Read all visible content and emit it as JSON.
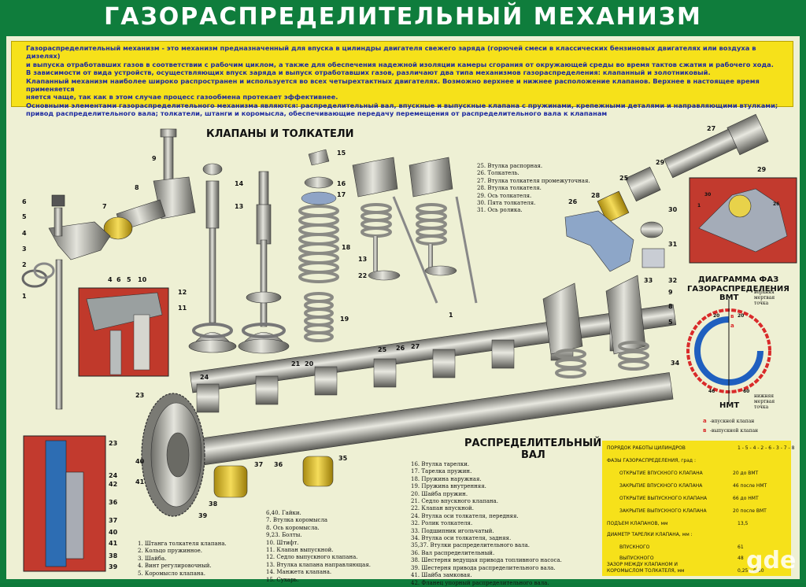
{
  "title": "ГАЗОРАСПРЕДЕЛИТЕЛЬНЫЙ МЕХАНИЗМ",
  "intro": [
    "Газораспределительный механизм - это механизм предназначенный для впуска в цилиндры двигателя свежего заряда (горючей смеси в классических бензиновых двигателях или воздуха в дизелях)",
    "и выпуска отработавших газов в соответствии с рабочим циклом, а также для обеспечения надежной изоляции камеры сгорания от окружающей среды во время тактов сжатия и рабочего хода.",
    "В зависимости от вида устройств, осуществляющих впуск заряда и выпуск отработавших газов, различают два типа механизмов газораспределения: клапанный и золотниковый.",
    "Клапанный механизм наиболее широко распространен и используется во всех четырехтактных двигателях. Возможно  верхнее и нижнее расположение клапанов. Верхнее в настоящее время применяется",
    "няется чаще, так как в этом случае процесс газообмена протекает эффективнее.",
    "Основными элементами газораспределительного механизма являются: распределительный вал, впускные и выпускные клапана с пружинами, крепежными деталями и направляющими втулками;",
    "привод распределительного вала; толкатели, штанги и коромысла, обеспечивающие передачу перемещения от распределительного вала к клапанам"
  ],
  "sections": {
    "valves": "КЛАПАНЫ И ТОЛКАТЕЛИ",
    "camshaft_1": "РАСПРЕДЕЛИТЕЛЬНЫЙ",
    "camshaft_2": "ВАЛ"
  },
  "legend_top": [
    "25. Втулка распорная.",
    "26. Толкатель.",
    "27. Втулка толкателя промежуточная.",
    "28. Втулка толкателя.",
    "29. Ось толкателя.",
    "30. Пята толкателя.",
    "31. Ось ролика."
  ],
  "legend_bottom_left": [
    "1. Штанга толкателя клапана.",
    "2. Кольцо пружинное.",
    "3. Шайба.",
    "4. Винт регулировочный.",
    "5. Коромысло клапана."
  ],
  "legend_bottom_mid": [
    "6,40. Гайки.",
    "7. Втулка коромысла",
    "8. Ось коромысла.",
    "9,23. Болты.",
    "10. Штифт.",
    "11. Клапан выпускной.",
    "12. Седло выпускного клапана.",
    "13. Втулка клапана направляющая.",
    "14. Манжета клапана.",
    "15. Сухарь."
  ],
  "legend_bottom_right": [
    "16. Втулка тарелки.",
    "17. Тарелка пружин.",
    "18. Пружина наружная.",
    "19. Пружина внутренняя.",
    "20. Шайба пружин.",
    "21. Седло впускного клапана.",
    "22. Клапан впускной.",
    "24. Втулка оси толкателя, передняя.",
    "32. Ролик толкателя.",
    "33. Подшипник игольчатый.",
    "34. Втулка оси толкателя, задняя.",
    "35,37. Втулки распределительного вала.",
    "36. Вал распределительный.",
    "38. Шестерня ведущая привода топливного насоса.",
    "39. Шестерня привода распределительного вала.",
    "41. Шайба замковая.",
    "42. Фланец упорный распределительного вала."
  ],
  "diagram": {
    "title_1": "ДИАГРАММА ФАЗ",
    "title_2": "ГАЗОРАСПРЕДЕЛЕНИЯ",
    "tdc": "ВМТ",
    "bdc": "НМТ",
    "upper_point_1": "верхняя",
    "upper_point_2": "мертвая",
    "upper_point_3": "точка",
    "lower_point_1": "нижняя",
    "lower_point_2": "мертвая",
    "lower_point_3": "точка",
    "mark_a": "а",
    "mark_b": "в",
    "legend_a": "-впускной клапан",
    "legend_b": "-выпускной клапан",
    "angle_20a": "20",
    "angle_20b": "20",
    "angle_46": "46",
    "angle_60": "60",
    "colors": {
      "intake": "#1f5fbf",
      "exhaust": "#d92a2a"
    }
  },
  "specs": [
    {
      "label": "ПОРЯДОК РАБОТЫ ЦИЛИНДРОВ",
      "value": "1 - 5 - 4 - 2 - 6 - 3 - 7 - 8",
      "indent": false
    },
    {
      "label": "ФАЗЫ ГАЗОРАСПРЕДЕЛЕНИЯ, град :",
      "value": "",
      "indent": false
    },
    {
      "label": "ОТКРЫТИЕ ВПУСКНОГО КЛАПАНА",
      "value": "20  до ВМТ",
      "indent": true
    },
    {
      "label": "ЗАКРЫТИЕ ВПУСКНОГО КЛАПАНА",
      "value": "46  после НМТ",
      "indent": true
    },
    {
      "label": "ОТКРЫТИЕ ВЫПУСКНОГО КЛАПАНА",
      "value": "66  до НМТ",
      "indent": true
    },
    {
      "label": "ЗАКРЫТИЕ ВЫПУСКНОГО КЛАПАНА",
      "value": "20  после ВМТ",
      "indent": true
    },
    {
      "label": "ПОДЪЕМ КЛАПАНОВ, мм",
      "value": "13,5",
      "indent": false
    },
    {
      "label": "ДИАМЕТР ТАРЕЛКИ КЛАПАНА, мм :",
      "value": "",
      "indent": false
    },
    {
      "label": "ВПУСКНОГО",
      "value": "61",
      "indent": true
    },
    {
      "label": "ВЫПУСКНОГО",
      "value": "48",
      "indent": true
    },
    {
      "label": "ЗАЗОР МЕЖДУ КЛАПАНОМ И",
      "value": "",
      "indent": false
    },
    {
      "label": "КОРОМЫСЛОМ ТОЛКАТЕЛЯ, мм",
      "value": "0,25 – 0,30",
      "indent": false
    }
  ],
  "callouts": [
    {
      "id": "c9",
      "text": "9"
    },
    {
      "id": "c8",
      "text": "8"
    },
    {
      "id": "c7",
      "text": "7"
    },
    {
      "id": "c6",
      "text": "6"
    },
    {
      "id": "c5",
      "text": "5"
    },
    {
      "id": "c4",
      "text": "4"
    },
    {
      "id": "c3",
      "text": "3"
    },
    {
      "id": "c2",
      "text": "2"
    },
    {
      "id": "c1",
      "text": "1"
    },
    {
      "id": "c4b",
      "text": "4"
    },
    {
      "id": "c6b",
      "text": "6"
    },
    {
      "id": "c5b",
      "text": "5"
    },
    {
      "id": "c10",
      "text": "10"
    },
    {
      "id": "c14",
      "text": "14"
    },
    {
      "id": "c13",
      "text": "13"
    },
    {
      "id": "c16",
      "text": "16"
    },
    {
      "id": "c17",
      "text": "17"
    },
    {
      "id": "c15",
      "text": "15"
    },
    {
      "id": "c18",
      "text": "18"
    },
    {
      "id": "c19",
      "text": "19"
    },
    {
      "id": "c12",
      "text": "12"
    },
    {
      "id": "c11",
      "text": "11"
    },
    {
      "id": "c21",
      "text": "21"
    },
    {
      "id": "c20",
      "text": "20"
    },
    {
      "id": "c13b",
      "text": "13"
    },
    {
      "id": "c22",
      "text": "22"
    },
    {
      "id": "c1b",
      "text": "1"
    },
    {
      "id": "c27",
      "text": "27"
    },
    {
      "id": "c29",
      "text": "29"
    },
    {
      "id": "c25",
      "text": "25"
    },
    {
      "id": "c28",
      "text": "28"
    },
    {
      "id": "c26",
      "text": "26"
    },
    {
      "id": "c30",
      "text": "30"
    },
    {
      "id": "c31",
      "text": "31"
    },
    {
      "id": "c33",
      "text": "33"
    },
    {
      "id": "c32",
      "text": "32"
    },
    {
      "id": "c9b",
      "text": "9"
    },
    {
      "id": "c8b",
      "text": "8"
    },
    {
      "id": "c5c",
      "text": "5"
    },
    {
      "id": "c34",
      "text": "34"
    },
    {
      "id": "c24",
      "text": "24"
    },
    {
      "id": "c25b",
      "text": "25"
    },
    {
      "id": "c26b",
      "text": "26"
    },
    {
      "id": "c27b",
      "text": "27"
    },
    {
      "id": "c23",
      "text": "23"
    },
    {
      "id": "c36",
      "text": "36"
    },
    {
      "id": "c37",
      "text": "37"
    },
    {
      "id": "c35",
      "text": "35"
    },
    {
      "id": "c40",
      "text": "40"
    },
    {
      "id": "c41",
      "text": "41"
    },
    {
      "id": "c38",
      "text": "38"
    },
    {
      "id": "c39",
      "text": "39"
    },
    {
      "id": "c23b",
      "text": "23"
    },
    {
      "id": "c24b",
      "text": "24"
    },
    {
      "id": "c42",
      "text": "42"
    },
    {
      "id": "c36b",
      "text": "36"
    },
    {
      "id": "c37b",
      "text": "37"
    },
    {
      "id": "c40b",
      "text": "40"
    },
    {
      "id": "c41b",
      "text": "41"
    },
    {
      "id": "c38b",
      "text": "38"
    },
    {
      "id": "c39b",
      "text": "39"
    },
    {
      "id": "i29",
      "text": "29"
    },
    {
      "id": "i30",
      "text": "30"
    },
    {
      "id": "i1",
      "text": "1"
    },
    {
      "id": "i26",
      "text": "26"
    }
  ],
  "watermark": "gde"
}
